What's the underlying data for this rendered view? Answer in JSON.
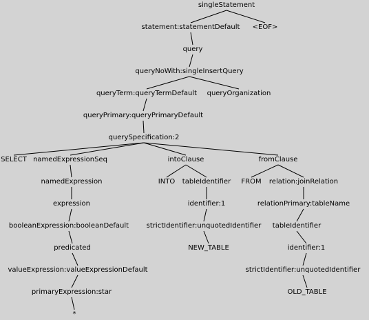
{
  "tree": {
    "nodes": [
      {
        "id": "root",
        "label": "singleStatement"
      },
      {
        "id": "stmt",
        "label": "statement:statementDefault"
      },
      {
        "id": "eof",
        "label": "<EOF>"
      },
      {
        "id": "query",
        "label": "query"
      },
      {
        "id": "qnw",
        "label": "queryNoWith:singleInsertQuery"
      },
      {
        "id": "qterm",
        "label": "queryTerm:queryTermDefault"
      },
      {
        "id": "qorg",
        "label": "queryOrganization"
      },
      {
        "id": "qprim",
        "label": "queryPrimary:queryPrimaryDefault"
      },
      {
        "id": "qspec",
        "label": "querySpecification:2"
      },
      {
        "id": "select",
        "label": "SELECT"
      },
      {
        "id": "nes",
        "label": "namedExpressionSeq"
      },
      {
        "id": "into",
        "label": "intoClause"
      },
      {
        "id": "from",
        "label": "fromClause"
      },
      {
        "id": "ne",
        "label": "namedExpression"
      },
      {
        "id": "intokw",
        "label": "INTO"
      },
      {
        "id": "tid1",
        "label": "tableIdentifier"
      },
      {
        "id": "fromkw",
        "label": "FROM"
      },
      {
        "id": "rel",
        "label": "relation:joinRelation"
      },
      {
        "id": "expr",
        "label": "expression"
      },
      {
        "id": "id1",
        "label": "identifier:1"
      },
      {
        "id": "relprim",
        "label": "relationPrimary:tableName"
      },
      {
        "id": "bool",
        "label": "booleanExpression:booleanDefault"
      },
      {
        "id": "strict1",
        "label": "strictIdentifier:unquotedIdentifier"
      },
      {
        "id": "tid2",
        "label": "tableIdentifier"
      },
      {
        "id": "pred",
        "label": "predicated"
      },
      {
        "id": "newt",
        "label": "NEW_TABLE"
      },
      {
        "id": "id2",
        "label": "identifier:1"
      },
      {
        "id": "valexp",
        "label": "valueExpression:valueExpressionDefault"
      },
      {
        "id": "strict2",
        "label": "strictIdentifier:unquotedIdentifier"
      },
      {
        "id": "primexp",
        "label": "primaryExpression:star"
      },
      {
        "id": "oldt",
        "label": "OLD_TABLE"
      },
      {
        "id": "star",
        "label": "*"
      }
    ],
    "edges": [
      [
        "root",
        "stmt"
      ],
      [
        "root",
        "eof"
      ],
      [
        "stmt",
        "query"
      ],
      [
        "query",
        "qnw"
      ],
      [
        "qnw",
        "qterm"
      ],
      [
        "qnw",
        "qorg"
      ],
      [
        "qterm",
        "qprim"
      ],
      [
        "qprim",
        "qspec"
      ],
      [
        "qspec",
        "select"
      ],
      [
        "qspec",
        "nes"
      ],
      [
        "qspec",
        "into"
      ],
      [
        "qspec",
        "from"
      ],
      [
        "nes",
        "ne"
      ],
      [
        "ne",
        "expr"
      ],
      [
        "expr",
        "bool"
      ],
      [
        "bool",
        "pred"
      ],
      [
        "pred",
        "valexp"
      ],
      [
        "valexp",
        "primexp"
      ],
      [
        "primexp",
        "star"
      ],
      [
        "into",
        "intokw"
      ],
      [
        "into",
        "tid1"
      ],
      [
        "tid1",
        "id1"
      ],
      [
        "id1",
        "strict1"
      ],
      [
        "strict1",
        "newt"
      ],
      [
        "from",
        "fromkw"
      ],
      [
        "from",
        "rel"
      ],
      [
        "rel",
        "relprim"
      ],
      [
        "relprim",
        "tid2"
      ],
      [
        "tid2",
        "id2"
      ],
      [
        "id2",
        "strict2"
      ],
      [
        "strict2",
        "oldt"
      ]
    ]
  }
}
